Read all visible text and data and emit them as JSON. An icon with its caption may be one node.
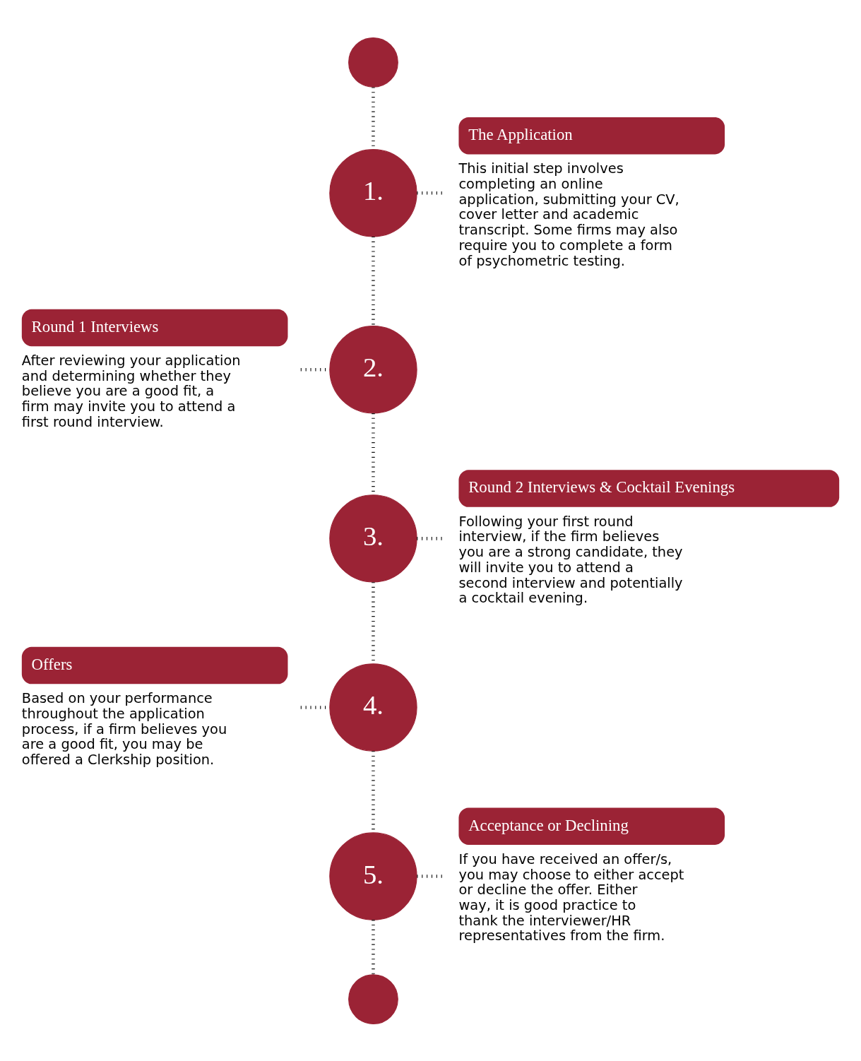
{
  "diagram": {
    "nodes": [
      {
        "text": [],
        "shape": "circle"
      },
      {
        "text": [
          "1."
        ]
      },
      {
        "text": [
          "The Application"
        ],
        "beside": [
          "This initial step involves completing an online application, submitting your CV, cover letter and academic transcript. Some firms may also require you to complete a form of psychometric testing."
        ]
      },
      {
        "text": [
          "2."
        ]
      },
      {
        "text": [
          "Round 1 Interviews"
        ],
        "beside": [
          "After reviewing your application and determining whether they believe you are a good fit, a firm may invite you to attend a first round interview."
        ]
      },
      {
        "text": [
          "3."
        ]
      },
      {
        "text": [
          "Round 2 Interviews & Cocktail Evenings"
        ],
        "beside": [
          "Following your first round interview, if the firm believes you are a strong candidate, they will invite you to attend a second interview and potentially a cocktail evening."
        ]
      },
      {
        "text": [
          "4."
        ]
      },
      {
        "text": [
          "Offers"
        ],
        "beside": [
          "Based on your performance throughout the application process, if a firm believes you are a good fit, you may be offered a Clerkship position."
        ]
      },
      {
        "text": [
          "5."
        ]
      },
      {
        "text": [
          "Acceptance or Declining"
        ],
        "beside": [
          "If you have received an offer/s, you may choose to either accept or decline the offer. Either way, it is good practice to thank the interviewer/HR representatives from the firm."
        ]
      },
      {
        "text": [],
        "shape": "circle"
      }
    ],
    "edges": [
      {
        "from": 0,
        "to": 1,
        "arrow": "none",
        "style": "dashed"
      },
      {
        "from": 1,
        "to": 2,
        "arrow": "none",
        "style": "dashed"
      },
      {
        "from": 1,
        "to": 3,
        "arrow": "none",
        "style": "dashed"
      },
      {
        "from": 4,
        "to": 3,
        "arrow": "none",
        "style": "dashed"
      },
      {
        "from": 3,
        "to": 5,
        "arrow": "none",
        "style": "dashed"
      },
      {
        "from": 5,
        "to": 6,
        "arrow": "none",
        "style": "dashed"
      },
      {
        "from": 5,
        "to": 7,
        "arrow": "none",
        "style": "dashed"
      },
      {
        "from": 8,
        "to": 7,
        "arrow": "none",
        "style": "dashed"
      },
      {
        "from": 7,
        "to": 9,
        "arrow": "none",
        "style": "dashed"
      },
      {
        "from": 9,
        "to": 10,
        "arrow": "none",
        "style": "dashed"
      },
      {
        "from": 9,
        "to": 11,
        "arrow": "none",
        "style": "dashed"
      }
    ]
  }
}
